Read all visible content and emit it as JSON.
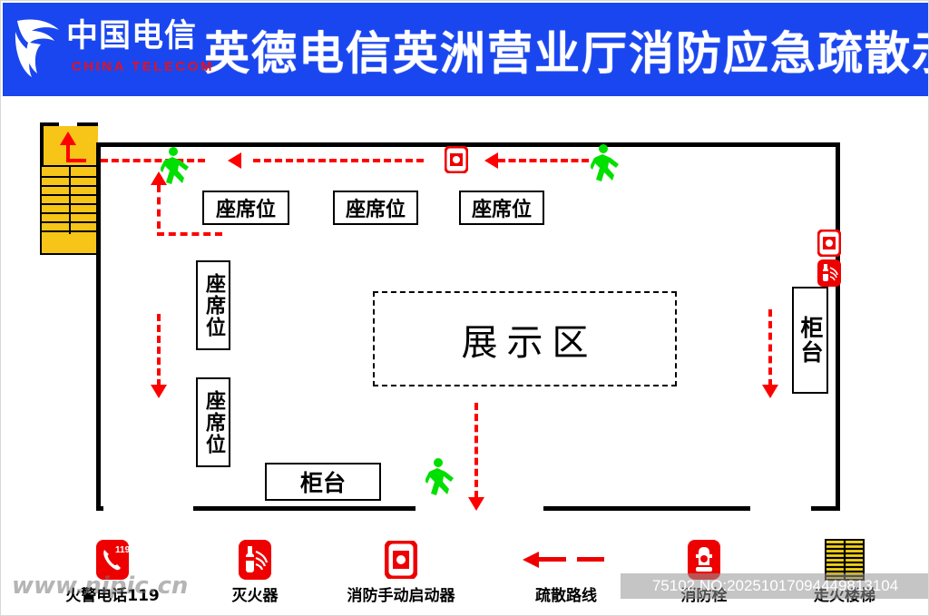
{
  "header": {
    "title": "英德电信英洲营业厅消防应急疏散示意图",
    "logo_cn": "中国电信",
    "logo_en": "CHINA TELECOM",
    "banner_color": "#1a46f0",
    "logo_en_color": "#e8101a"
  },
  "plan": {
    "seats_horizontal": [
      {
        "label": "座席位"
      },
      {
        "label": "座席位"
      },
      {
        "label": "座席位"
      }
    ],
    "seats_vertical": [
      {
        "label": "座席位"
      },
      {
        "label": "座席位"
      }
    ],
    "exhibit": {
      "label": "展示区"
    },
    "counter_bottom": {
      "label": "柜台"
    },
    "counter_right": {
      "label": "柜台"
    },
    "colors": {
      "wall": "#000000",
      "route": "#ff0000",
      "exit_person": "#00e000",
      "stairs": "#f6c518",
      "equipment": "#ee0000"
    },
    "icons": {
      "manual_call_point_top": "manual-call-point-icon",
      "manual_call_point_right": "manual-call-point-icon",
      "extinguisher_right": "fire-extinguisher-icon",
      "exit_runners": 3
    }
  },
  "legend": {
    "items": [
      {
        "icon": "fire-phone-119-icon",
        "label": "火警电话119"
      },
      {
        "icon": "fire-extinguisher-icon",
        "label": "灭火器"
      },
      {
        "icon": "manual-call-point-icon",
        "label": "消防手动启动器"
      },
      {
        "icon": "evacuation-route-icon",
        "label": "疏散路线"
      },
      {
        "icon": "fire-hydrant-icon",
        "label": "消防栓"
      },
      {
        "icon": "fire-escape-stairs-icon",
        "label": "走火楼梯"
      }
    ]
  },
  "watermarks": {
    "site": "www.nipic.cn",
    "id_bar": "75102 NO:20251017094449813104"
  }
}
